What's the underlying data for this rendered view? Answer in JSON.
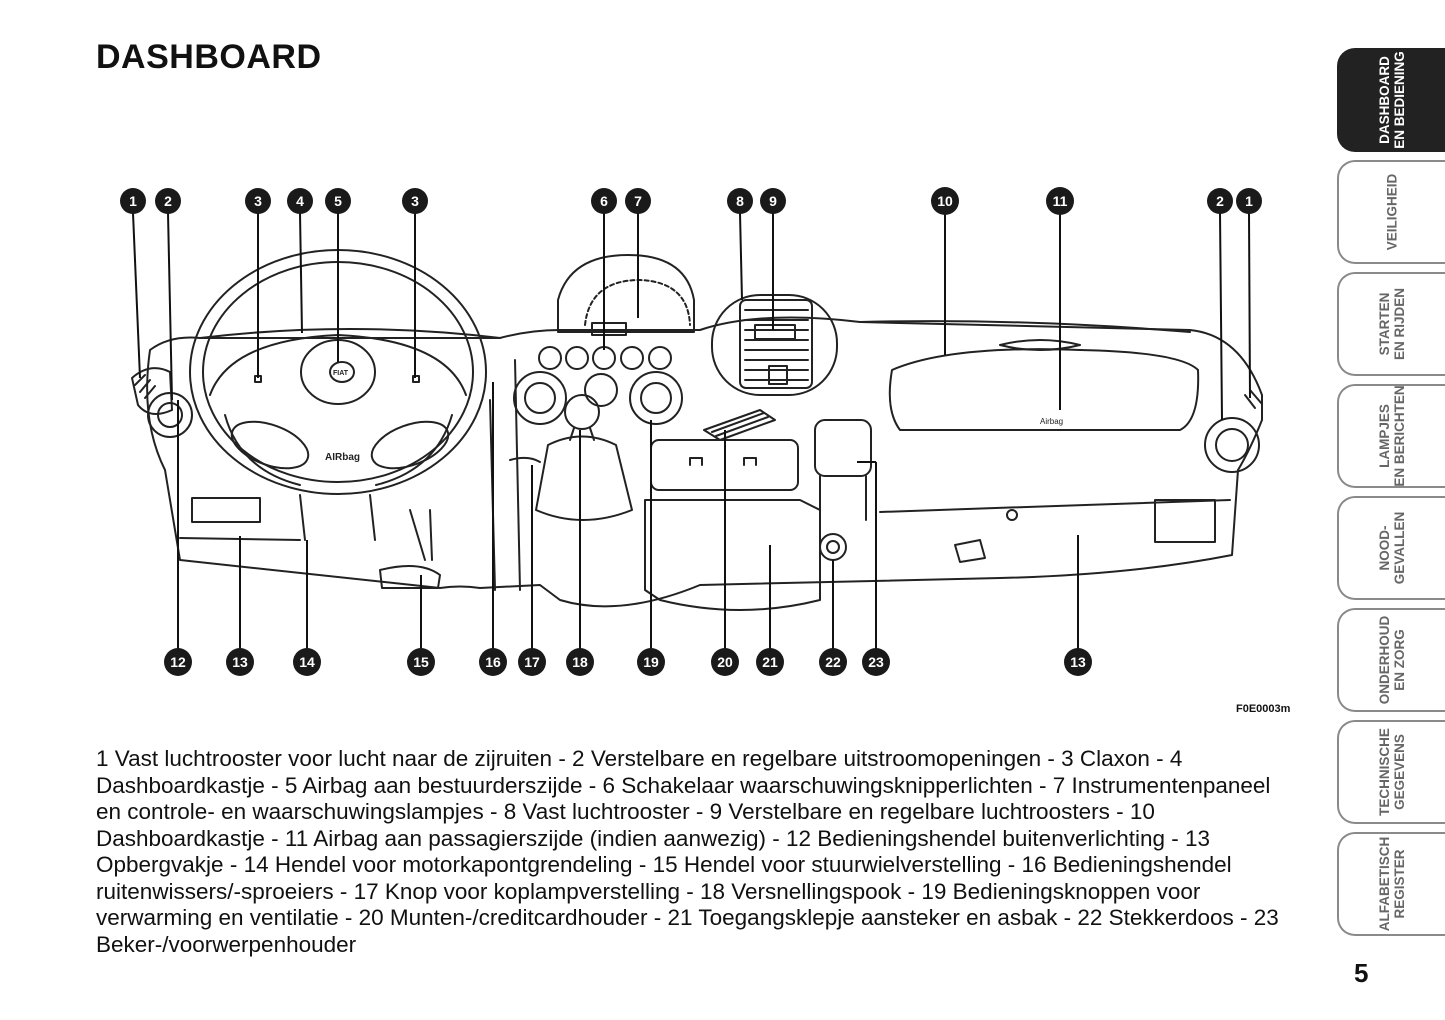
{
  "page": {
    "title": "DASHBOARD",
    "figure_code": "F0E0003m",
    "page_number": "5"
  },
  "figure": {
    "labels": {
      "airbag_driver": "AIRbag",
      "airbag_passenger": "Airbag",
      "logo": "FIAT"
    },
    "callouts_top": [
      "1",
      "2",
      "3",
      "4",
      "5",
      "3",
      "6",
      "7",
      "8",
      "9",
      "10",
      "11",
      "2",
      "1"
    ],
    "callouts_bottom": [
      "12",
      "13",
      "14",
      "15",
      "16",
      "17",
      "18",
      "19",
      "20",
      "21",
      "22",
      "23",
      "13"
    ]
  },
  "legend": {
    "text": "1 Vast luchtrooster voor lucht naar de zijruiten - 2 Verstelbare en regelbare uitstroomopeningen - 3 Claxon - 4 Dashboardkastje - 5 Airbag aan bestuurderszijde - 6 Schakelaar waarschuwingsknipperlichten - 7 Instrumentenpaneel en controle- en waarschuwingslampjes - 8 Vast luchtrooster - 9 Verstelbare en regelbare luchtroosters - 10 Dashboardkastje - 11 Airbag aan passagierszijde (indien aanwezig) - 12 Bedieningshendel buitenverlichting - 13 Opbergvakje - 14 Hendel voor motorkapontgrendeling - 15 Hendel voor stuurwielverstelling - 16 Bedieningshendel ruitenwissers/-sproeiers - 17 Knop voor koplampverstelling - 18 Versnellingspook - 19 Bedieningsknoppen voor verwarming en ventilatie - 20 Munten-/creditcardhouder - 21 Toegangsklepje aansteker en asbak - 22 Stekkerdoos - 23 Beker-/voorwerpenhouder"
  },
  "tabs": [
    {
      "label": "DASHBOARD\nEN BEDIENING",
      "active": true
    },
    {
      "label": "VEILIGHEID",
      "active": false
    },
    {
      "label": "STARTEN\nEN RIJDEN",
      "active": false
    },
    {
      "label": "LAMPJES\nEN BERICHTEN",
      "active": false
    },
    {
      "label": "NOOD-\nGEVALLEN",
      "active": false
    },
    {
      "label": "ONDERHOUD\nEN ZORG",
      "active": false
    },
    {
      "label": "TECHNISCHE\nGEGEVENS",
      "active": false
    },
    {
      "label": "ALFABETISCH\nREGISTER",
      "active": false
    }
  ]
}
